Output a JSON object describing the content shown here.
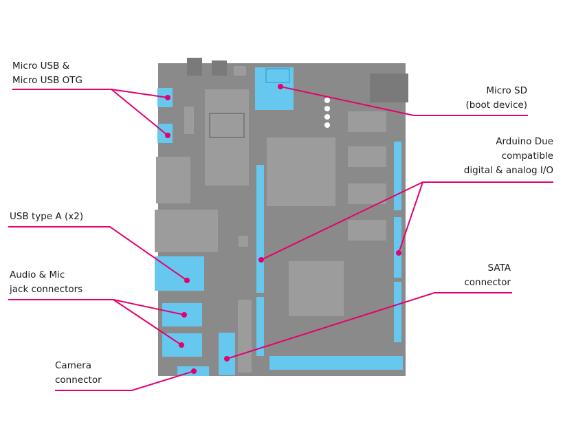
{
  "colors": {
    "board": "#8a8a8a",
    "board_dark": "#7a7a7a",
    "component": "#9c9c9c",
    "highlight": "#66c8ee",
    "highlight_dark": "#3aa6d6",
    "leader": "#e5006d"
  },
  "labels": {
    "micro_usb_line1": "Micro USB &",
    "micro_usb_line2": "Micro USB OTG",
    "micro_sd_line1": "Micro SD",
    "micro_sd_line2": "(boot device)",
    "arduino_line1": "Arduino Due",
    "arduino_line2": "compatible",
    "arduino_line3": "digital & analog I/O",
    "usb_type_a": "USB type A (x2)",
    "audio_line1": "Audio & Mic",
    "audio_line2": "jack connectors",
    "sata_line1": "SATA",
    "sata_line2": "connector",
    "camera_line1": "Camera",
    "camera_line2": "connector"
  }
}
